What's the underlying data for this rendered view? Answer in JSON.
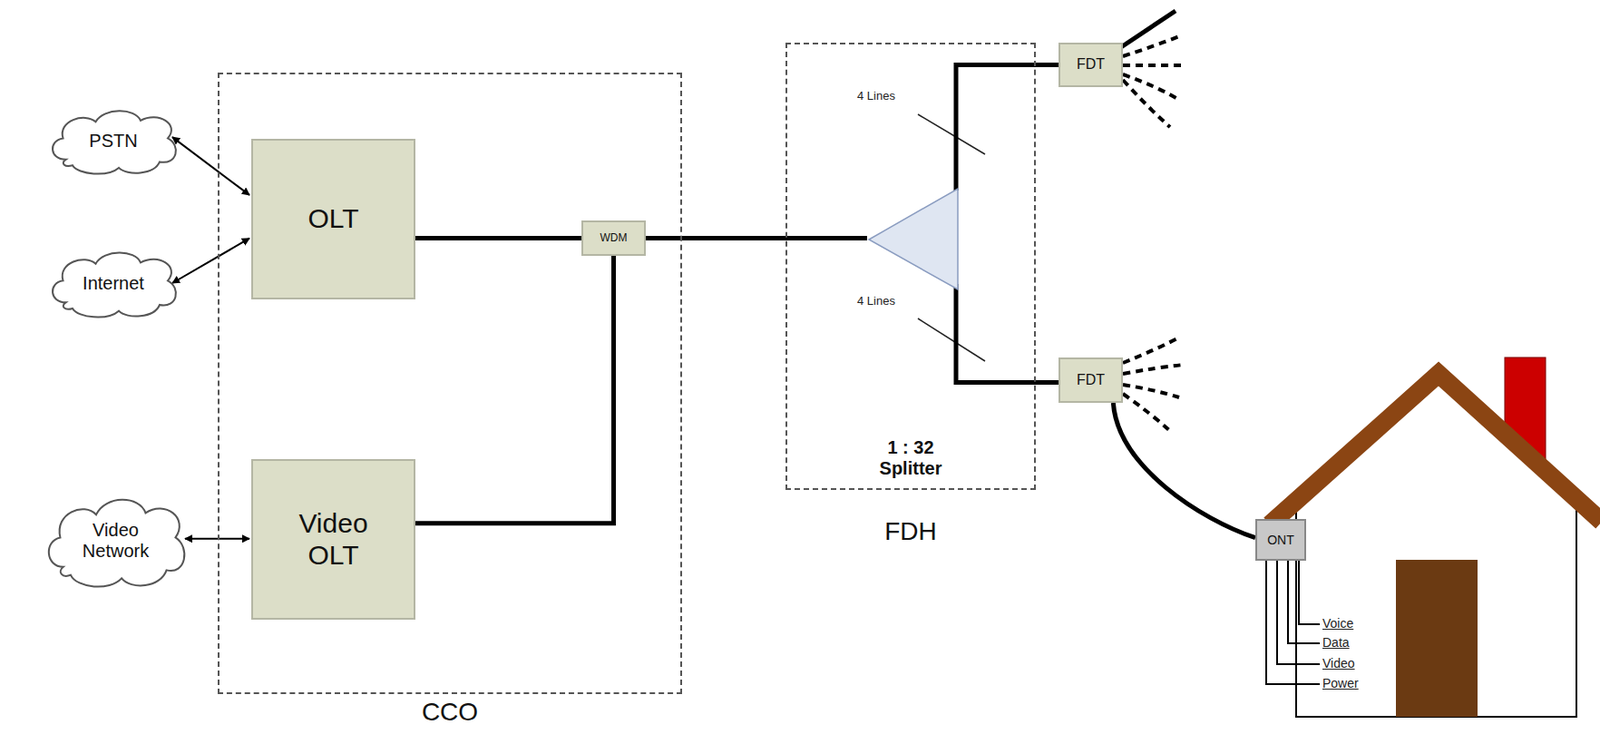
{
  "diagram": {
    "nodes": [
      {
        "text": [
          "PSTN"
        ]
      },
      {
        "text": [
          "Internet"
        ]
      },
      {
        "text": [
          "Video Network"
        ]
      },
      {
        "text": [
          "CCO"
        ]
      },
      {
        "text": [
          "OLT"
        ],
        "in": 3
      },
      {
        "text": [
          "WDM"
        ],
        "in": 3
      },
      {
        "text": [
          "Video OLT"
        ],
        "in": 3
      },
      {
        "text": [
          "1 : 32 Splitter",
          "FDH"
        ]
      },
      {
        "text": [
          "FDT"
        ]
      },
      {
        "text": [
          "FDT"
        ]
      },
      {
        "text": [
          "ONT"
        ]
      }
    ],
    "edges": [
      {
        "from": 0,
        "to": 4,
        "arrow": "both"
      },
      {
        "from": 1,
        "to": 4,
        "arrow": "both"
      },
      {
        "from": 2,
        "to": 6,
        "arrow": "both"
      },
      {
        "from": 4,
        "to": 5,
        "arrow": "none"
      },
      {
        "from": 6,
        "to": 5,
        "arrow": "none"
      },
      {
        "from": 5,
        "to": 7,
        "arrow": "none"
      },
      {
        "from": 7,
        "to": 8,
        "arrow": "none"
      },
      {
        "from": 7,
        "to": 9,
        "arrow": "none"
      },
      {
        "from": 9,
        "to": 10,
        "arrow": "none"
      }
    ],
    "labels": [
      "4 Lines",
      "4 Lines",
      "Voice",
      "Data",
      "Video",
      "Power"
    ]
  }
}
